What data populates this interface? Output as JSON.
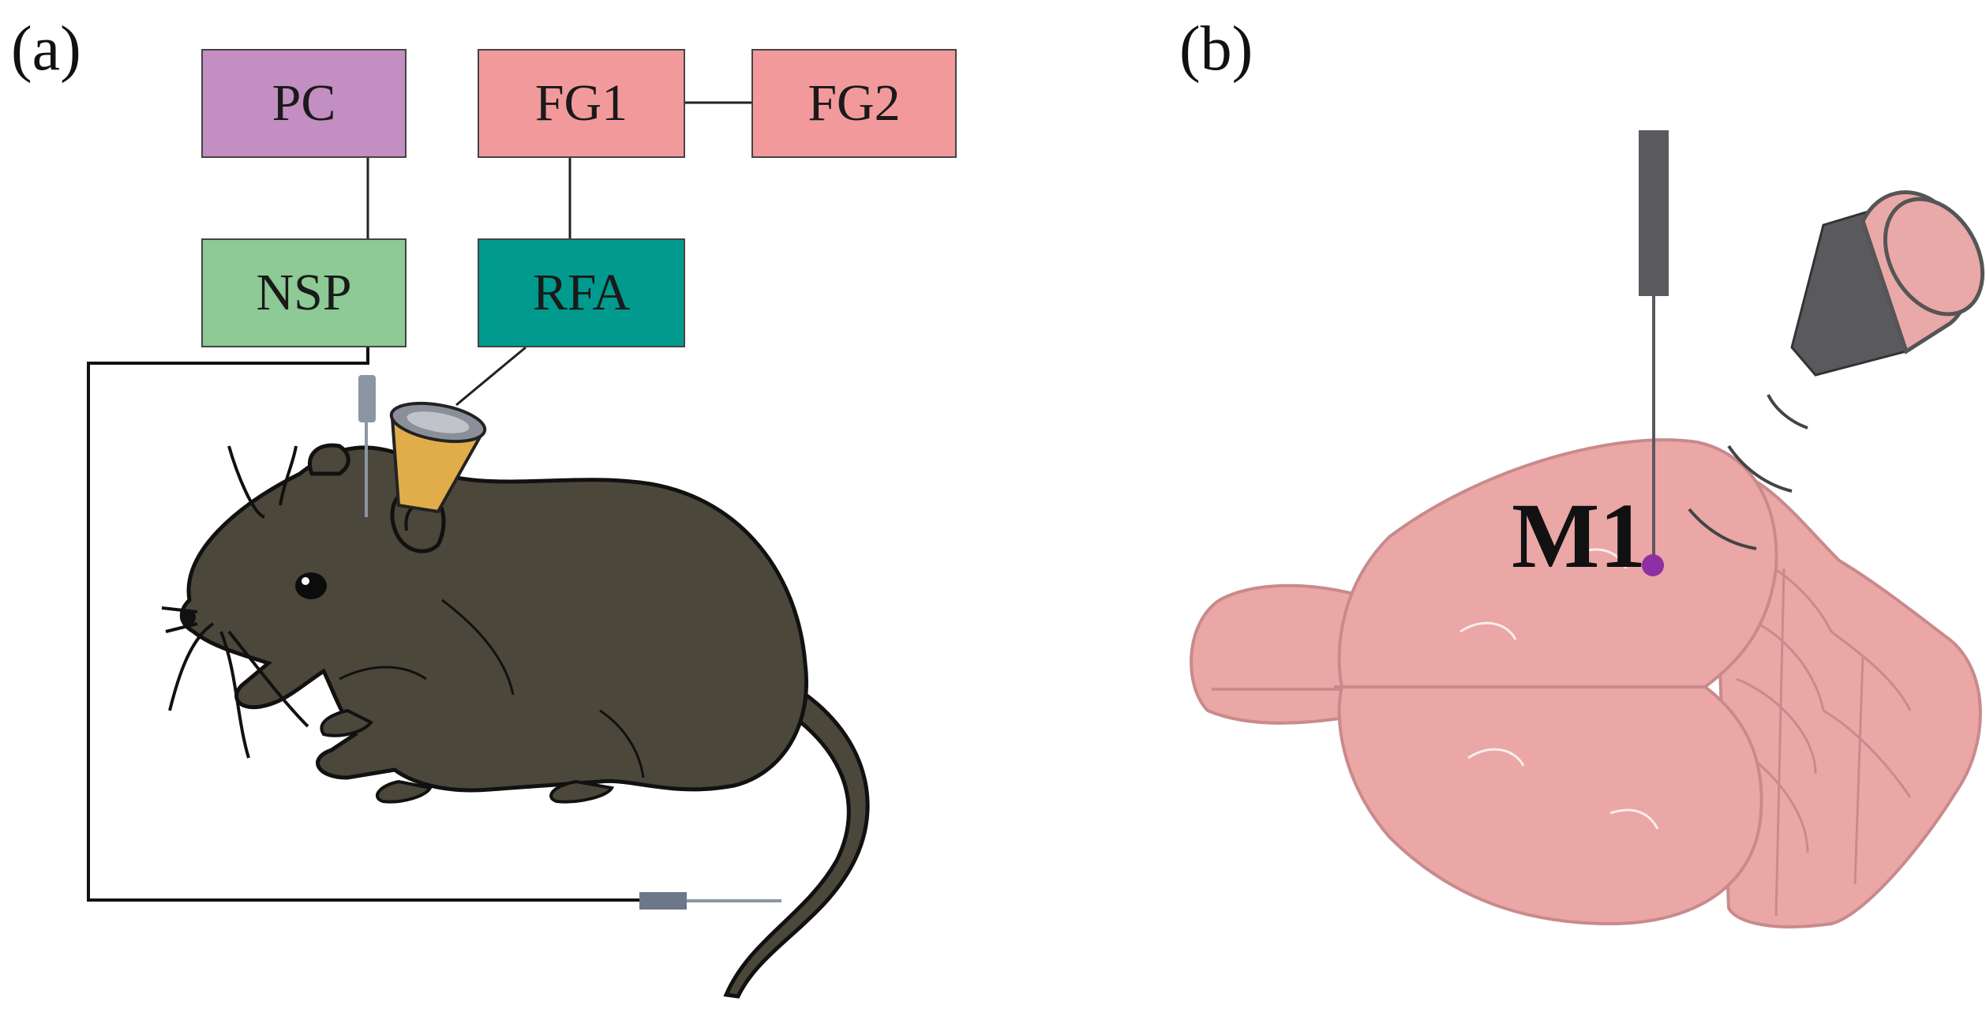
{
  "panels": {
    "a_label": "(a)",
    "b_label": "(b)"
  },
  "blocks": {
    "pc": "PC",
    "fg1": "FG1",
    "fg2": "FG2",
    "nsp": "NSP",
    "rfa": "RFA"
  },
  "brain": {
    "region_label": "M1"
  },
  "colors": {
    "pc": "#c38ec1",
    "fg": "#f29a9b",
    "nsp": "#8dca95",
    "rfa": "#009b8e",
    "rat_body": "#4b473b",
    "brain": "#eaa7a6",
    "electrode": "#5a595e",
    "transducer_cone": "#e0ad4a",
    "m1_dot": "#8e2fa3"
  },
  "icons": [
    "rat-illustration",
    "brain-illustration",
    "electrode-icon",
    "ultrasound-transducer-icon"
  ]
}
